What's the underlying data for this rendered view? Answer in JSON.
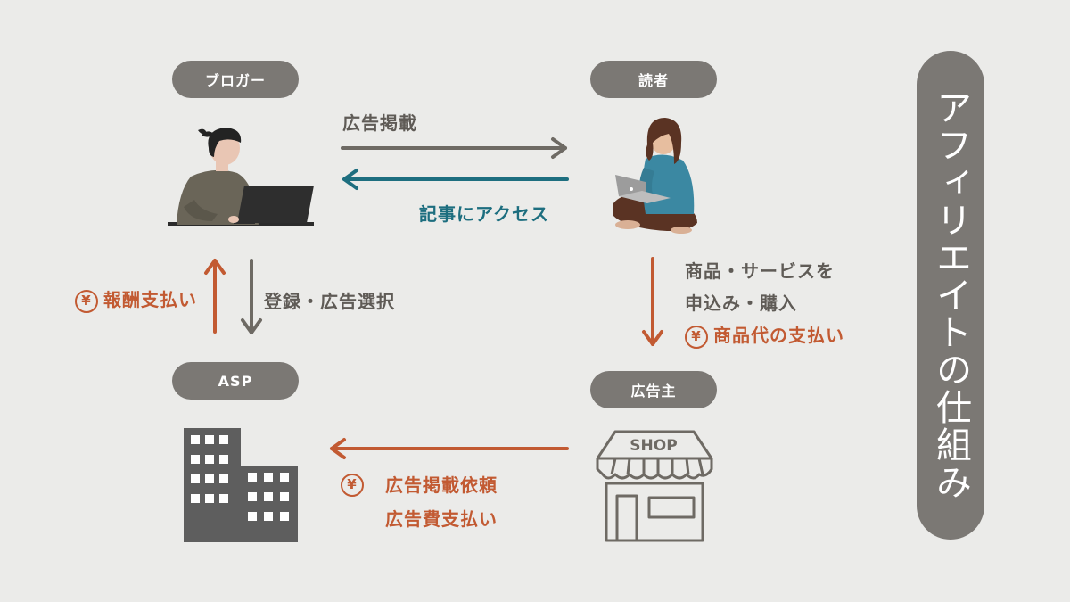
{
  "nodes": {
    "blogger": "ブロガー",
    "reader": "読者",
    "asp": "ASP",
    "advertiser": "広告主"
  },
  "flows": {
    "ad_post": "広告掲載",
    "article_access": "記事にアクセス",
    "purchase_line1": "商品・サービスを",
    "purchase_line2": "申込み・購入",
    "product_payment": "商品代の支払い",
    "register_select": "登録・広告選択",
    "reward_payment": "報酬支払い",
    "ad_request": "広告掲載依頼",
    "ad_fee_payment": "広告費支払い"
  },
  "icons": {
    "yen_symbol": "¥",
    "shop_sign": "SHOP"
  },
  "side_title": "アフィリエイトの仕組み",
  "colors": {
    "background": "#ebebe9",
    "pill": "#7b7874",
    "gray_arrow": "#6e6a64",
    "teal_arrow": "#1d6e7f",
    "orange_arrow": "#c25a32"
  }
}
